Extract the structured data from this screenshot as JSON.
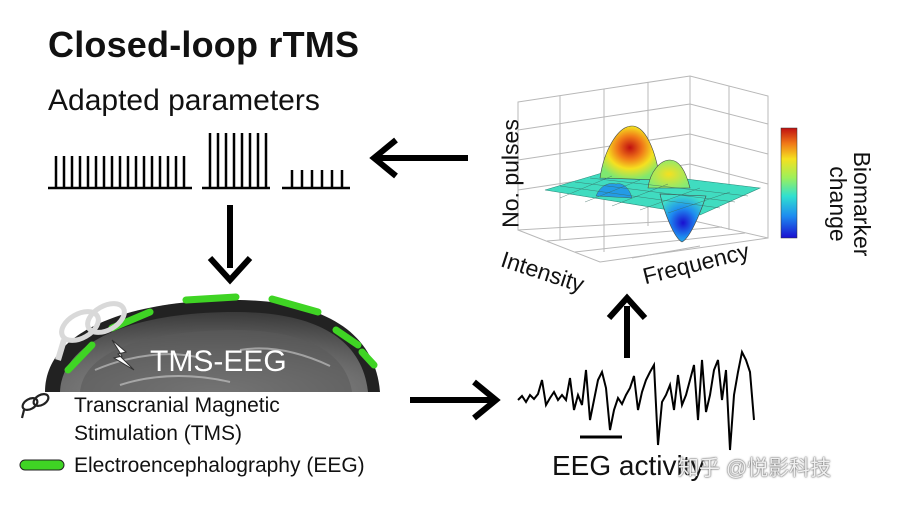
{
  "title": "Closed-loop rTMS",
  "subtitle": "Adapted parameters",
  "brain_label": "TMS-EEG",
  "legend": {
    "tms_line1": "Transcranial Magnetic",
    "tms_line2": "Stimulation (TMS)",
    "eeg": "Electroencephalography (EEG)"
  },
  "eeg_activity_label": "EEG activity",
  "surface_plot": {
    "z_label": "No. pulses",
    "x_label": "Intensity",
    "y_label": "Frequency",
    "colorbar_label_line1": "Biomarker",
    "colorbar_label_line2": "change"
  },
  "colors": {
    "eeg_electrode": "#3fd424",
    "arrow": "#000000",
    "colormap": [
      "#1a0fd0",
      "#1e8cf0",
      "#30e0d0",
      "#9ef05a",
      "#f5e020",
      "#f07818",
      "#c01010"
    ]
  },
  "watermark": "知乎 @悦影科技"
}
